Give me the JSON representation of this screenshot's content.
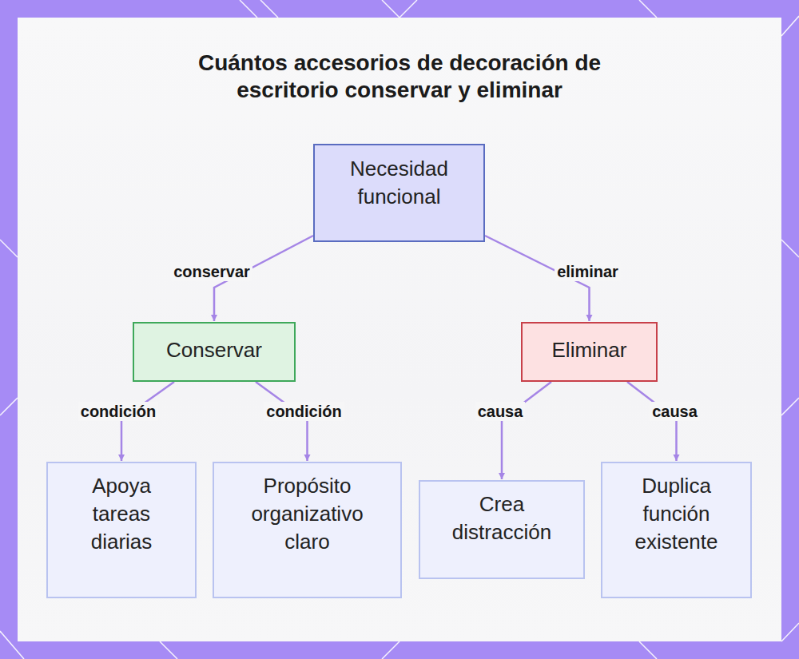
{
  "diagram": {
    "title": "Cuántos accesorios de decoración de escritorio conservar y eliminar",
    "nodes": [
      {
        "text": [
          "Necesidad funcional"
        ]
      },
      {
        "text": [
          "Conservar"
        ]
      },
      {
        "text": [
          "Eliminar"
        ]
      },
      {
        "text": [
          "Apoya tareas diarias"
        ]
      },
      {
        "text": [
          "Propósito organizativo claro"
        ]
      },
      {
        "text": [
          "Crea distracción"
        ]
      },
      {
        "text": [
          "Duplica función existente"
        ]
      }
    ],
    "edges": [
      {
        "from": 0,
        "to": 1,
        "label": "conservar",
        "arrow": "to"
      },
      {
        "from": 0,
        "to": 2,
        "label": "eliminar",
        "arrow": "to"
      },
      {
        "from": 1,
        "to": 3,
        "label": "condición",
        "arrow": "to"
      },
      {
        "from": 1,
        "to": 4,
        "label": "condición",
        "arrow": "to"
      },
      {
        "from": 2,
        "to": 5,
        "label": "causa",
        "arrow": "to"
      },
      {
        "from": 2,
        "to": 6,
        "label": "causa",
        "arrow": "to"
      }
    ]
  }
}
